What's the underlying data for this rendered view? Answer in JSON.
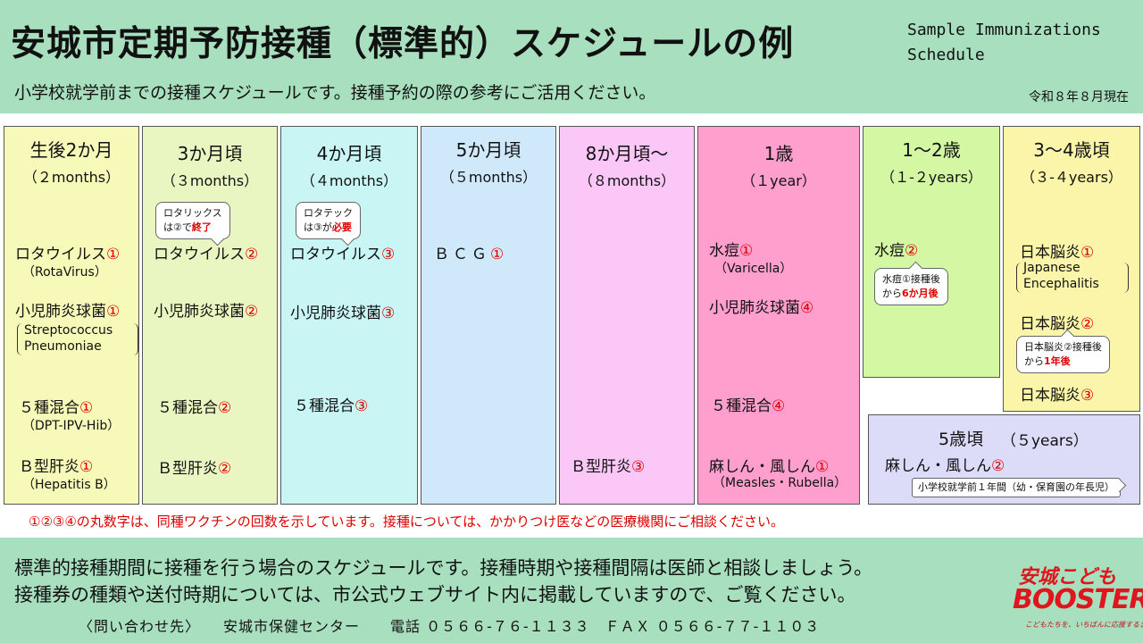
{
  "header": {
    "title": "安城市定期予防接種（標準的）スケジュールの例",
    "title_en": "Sample Immunizations\nSchedule",
    "subtitle": "小学校就学前までの接種スケジュールです。接種予約の際の参考にご活用ください。",
    "date": "令和８年８月現在"
  },
  "columns": [
    {
      "age": "生後2か月",
      "age_en": "（２months）",
      "color": "#f7f9b8"
    },
    {
      "age": "3か月頃",
      "age_en": "（３months）",
      "color": "#e9f6c2"
    },
    {
      "age": "4か月頃",
      "age_en": "（４months）",
      "color": "#c9f6f4"
    },
    {
      "age": "5か月頃",
      "age_en": "（５months）",
      "color": "#cfe8fa"
    },
    {
      "age": "8か月頃～",
      "age_en": "（８months）",
      "color": "#fbc7f6"
    },
    {
      "age": "1歳",
      "age_en": "（１year）",
      "color": "#ff9fcd"
    },
    {
      "age": "1～2歳",
      "age_en": "（１-２years）",
      "color": "#d3f7a3"
    },
    {
      "age": "3～4歳頃",
      "age_en": "（３-４years）",
      "color": "#fbf5aa"
    },
    {
      "age": "5歳頃",
      "age_en": "（５years）",
      "color": "#dcdcf8"
    }
  ],
  "vaccines": {
    "rota1": "ロタウイルス",
    "rota1_n": "①",
    "rota_en": "（RotaVirus）",
    "pneumo1": "小児肺炎球菌",
    "pneumo1_n": "①",
    "pneumo_en1": "Streptococcus",
    "pneumo_en2": "Pneumoniae",
    "five1": "５種混合",
    "five1_n": "①",
    "five_en": "（DPT-IPV-Hib）",
    "hepb1": "Ｂ型肝炎",
    "hepb1_n": "①",
    "hepb_en": "（Hepatitis B）",
    "rota2": "ロタウイルス",
    "rota2_n": "②",
    "pneumo2": "小児肺炎球菌",
    "pneumo2_n": "②",
    "five2": "５種混合",
    "five2_n": "②",
    "hepb2": "Ｂ型肝炎",
    "hepb2_n": "②",
    "rota3": "ロタウイルス",
    "rota3_n": "③",
    "pneumo3": "小児肺炎球菌",
    "pneumo3_n": "③",
    "five3": "５種混合",
    "five3_n": "③",
    "bcg": "ＢＣＧ",
    "bcg_n": "①",
    "hepb3": "Ｂ型肝炎",
    "hepb3_n": "③",
    "vari1": "水痘",
    "vari1_n": "①",
    "vari_en": "（Varicella）",
    "pneumo4": "小児肺炎球菌",
    "pneumo4_n": "④",
    "five4": "５種混合",
    "five4_n": "④",
    "mr1": "麻しん・風しん",
    "mr1_n": "①",
    "mr_en": "（Measles・Rubella）",
    "vari2": "水痘",
    "vari2_n": "②",
    "je1": "日本脳炎",
    "je1_n": "①",
    "je_en1": "Japanese",
    "je_en2": "Encephalitis",
    "je2": "日本脳炎",
    "je2_n": "②",
    "je3": "日本脳炎",
    "je3_n": "③",
    "mr2": "麻しん・風しん",
    "mr2_n": "②"
  },
  "callouts": {
    "rotarix_a": "ロタリックス",
    "rotarix_b": "は②で",
    "rotarix_c": "終了",
    "rotateq_a": "ロタテック",
    "rotateq_b": "は③が",
    "rotateq_c": "必要",
    "vari_a": "水痘①接種後",
    "vari_b": "から",
    "vari_c": "6か月後",
    "je_a": "日本脳炎②接種後",
    "je_b": "から",
    "je_c": "1年後",
    "mr2_note": "小学校就学前１年間（幼・保育園の年長児）"
  },
  "note": "①②③④の丸数字は、同種ワクチンの回数を示しています。接種については、かかりつけ医などの医療機関にご相談ください。",
  "footer": {
    "line1": "標準的接種期間に接種を行う場合のスケジュールです。接種時期や接種間隔は医師と相談しましょう。",
    "line2": "接種券の種類や送付時期については、市公式ウェブサイト内に掲載していますので、ご覧ください。",
    "contact": "〈問い合わせ先〉　　安城市保健センター　　電話 ０５６６-７６-１１３３　ＦＡＸ ０５６６-７７-１１０３"
  },
  "logo": {
    "line1": "安城こども",
    "line2": "BOOSTERS",
    "line3": "こどもたちを、いちばんに応援するまちへ"
  }
}
